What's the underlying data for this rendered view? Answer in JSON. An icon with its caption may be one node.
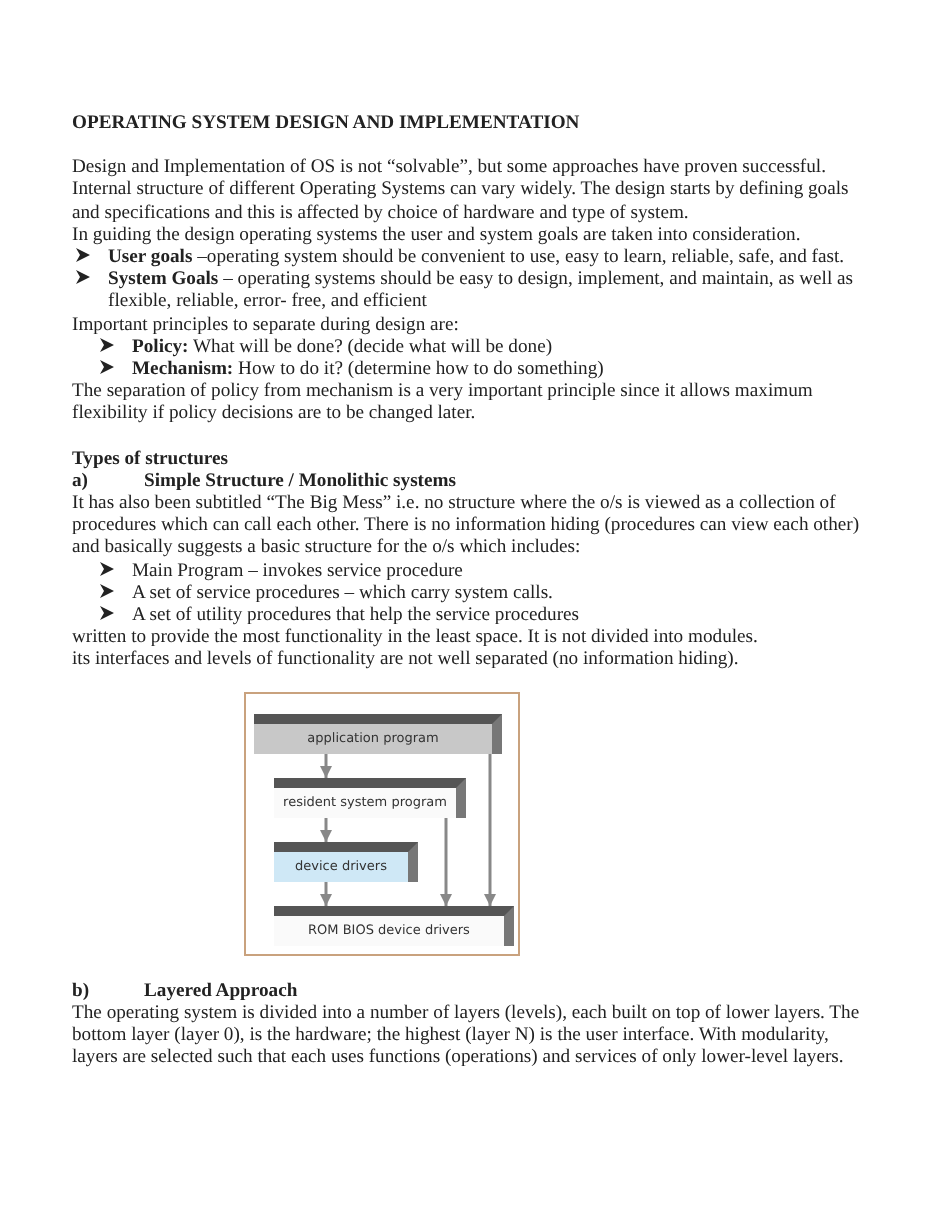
{
  "diagram": {
    "title": "OPERATING SYSTEM DESIGN AND IMPLEMENTATION",
    "nodes": [
      {
        "text": [
          "application program"
        ]
      },
      {
        "text": [
          "resident system program"
        ]
      },
      {
        "text": [
          "device drivers"
        ]
      },
      {
        "text": [
          "ROM BIOS device drivers"
        ]
      }
    ],
    "edges": [
      {
        "from": 0,
        "to": 1,
        "arrow": "to"
      },
      {
        "from": 1,
        "to": 2,
        "arrow": "to"
      },
      {
        "from": 2,
        "to": 3,
        "arrow": "to"
      },
      {
        "from": 1,
        "to": 3,
        "arrow": "to"
      },
      {
        "from": 0,
        "to": 3,
        "arrow": "to"
      }
    ],
    "labels": [
      "Design and Implementation of OS is not “solvable”, but some approaches have proven successful.",
      "Internal structure of different Operating Systems can vary widely. The design starts by defining goals and specifications and this is affected by choice of hardware and type of system.",
      "In guiding the design operating systems the user and system goals are taken into consideration.",
      "**User goals** –operating system should be convenient to use, easy to learn, reliable, safe, and fast.",
      "**System Goals** – operating systems should be easy to design, implement, and maintain, as well as flexible, reliable, error- free, and efficient",
      "Important principles to separate during design are:",
      "**Policy:** What will be done? (decide what will be done)",
      "**Mechanism:** How to do it? (determine how to do something)",
      "The separation of policy from mechanism is a very important principle since it allows maximum flexibility if policy decisions are to be changed later.",
      "Types of structures",
      "a)",
      "Simple Structure / Monolithic systems",
      "It has also been subtitled “The Big Mess” i.e. no structure where the o/s is viewed as a collection of procedures which can call each other. There is no information hiding (procedures can view each other) and basically suggests a basic structure for the o/s which includes:",
      "Main Program – invokes service procedure",
      "A set of service procedures – which carry system calls.",
      "A set of utility procedures that help the service procedures",
      "written to provide the most functionality in the least space. It is not divided into modules.",
      "its interfaces and levels of functionality are not well separated (no information hiding).",
      "b)",
      "Layered Approach",
      "The operating system is divided into a number of layers (levels), each built on top of lower layers. The bottom layer (layer 0), is the hardware; the highest (layer N) is the user interface. With modularity, layers are selected such that each uses functions (operations) and services of only lower-level layers."
    ]
  }
}
